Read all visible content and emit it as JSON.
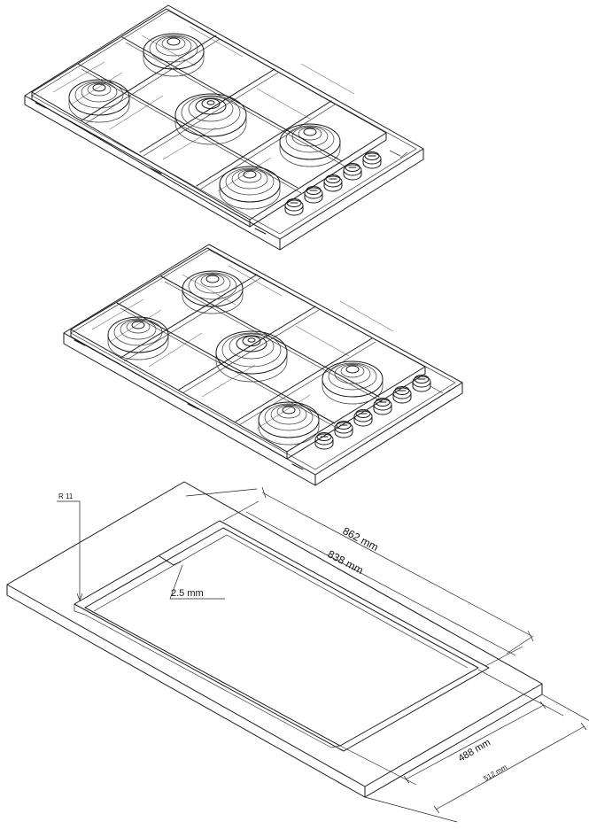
{
  "labels": {
    "radius": "R 11",
    "gap": "2.5 mm",
    "outer_length": "862 mm",
    "inner_length": "838 mm",
    "inner_width": "488 mm",
    "outer_width": "512 mm"
  },
  "diagram": {
    "hobs": [
      {
        "id": "hob-top",
        "burners": 5,
        "knobs": 5
      },
      {
        "id": "hob-middle",
        "burners": 5,
        "knobs": 6
      }
    ]
  }
}
